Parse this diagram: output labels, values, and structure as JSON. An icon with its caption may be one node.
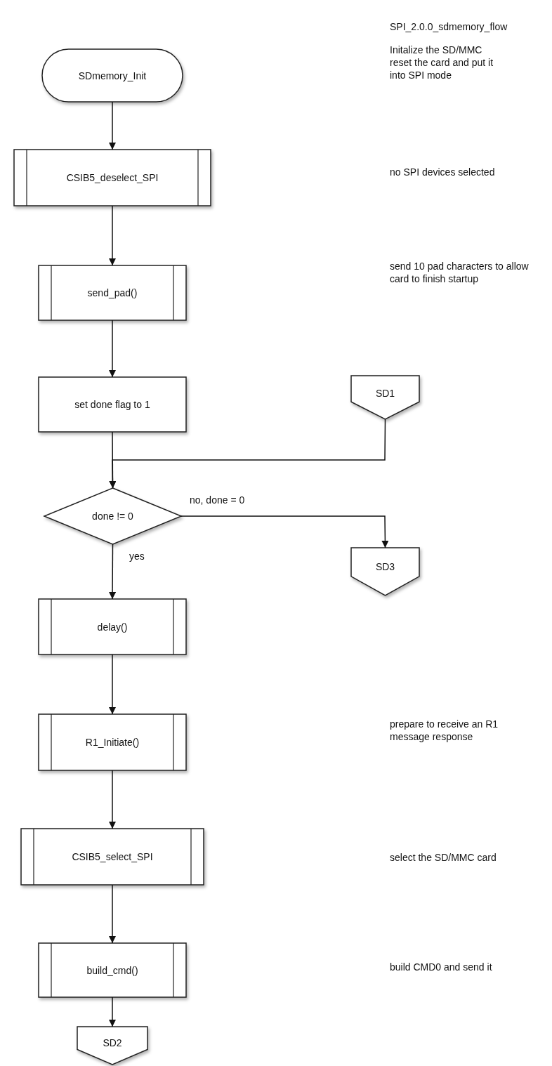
{
  "diagram": {
    "title": "SPI_2.0.0_sdmemory_flow",
    "nodes": [
      {
        "text": [
          "SDmemory_Init"
        ]
      },
      {
        "text": [
          "CSIB5_deselect_SPI"
        ]
      },
      {
        "text": [
          "send_pad()"
        ]
      },
      {
        "text": [
          "set done flag to 1"
        ]
      },
      {
        "text": [
          "SD1"
        ]
      },
      {
        "text": [
          "done != 0"
        ]
      },
      {
        "text": [
          "SD3"
        ]
      },
      {
        "text": [
          "delay()"
        ]
      },
      {
        "text": [
          "R1_Initiate()"
        ]
      },
      {
        "text": [
          "CSIB5_select_SPI"
        ]
      },
      {
        "text": [
          "build_cmd()"
        ]
      },
      {
        "text": [
          "SD2"
        ]
      }
    ],
    "edges": [
      {
        "from": 0,
        "to": 1,
        "arrow": "to"
      },
      {
        "from": 1,
        "to": 2,
        "arrow": "to"
      },
      {
        "from": 2,
        "to": 3,
        "arrow": "to"
      },
      {
        "from": 3,
        "to": 5,
        "arrow": "to"
      },
      {
        "from": 4,
        "to": 5,
        "arrow": "to"
      },
      {
        "from": 5,
        "to": 6,
        "arrow": "to",
        "label": "no, done = 0"
      },
      {
        "from": 5,
        "to": 7,
        "arrow": "to",
        "label": "yes"
      },
      {
        "from": 7,
        "to": 8,
        "arrow": "to"
      },
      {
        "from": 8,
        "to": 9,
        "arrow": "to"
      },
      {
        "from": 9,
        "to": 10,
        "arrow": "to"
      },
      {
        "from": 10,
        "to": 11,
        "arrow": "to"
      }
    ],
    "labels": [
      "Initalize the SD/MMC reset the card and put it into SPI mode",
      "no SPI devices selected",
      "send 10 pad characters to allow card to finish startup",
      "prepare to receive an R1 message response",
      "select the SD/MMC card",
      "build CMD0 and send it"
    ]
  }
}
